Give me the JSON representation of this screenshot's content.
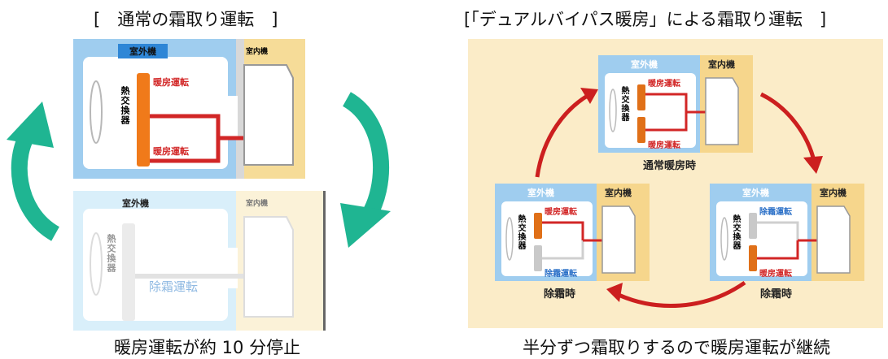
{
  "left": {
    "title": "[　通常の霜取り運転　]",
    "top_unit": {
      "outdoor_label": "室外機",
      "indoor_label": "室内機",
      "exchanger": "熱交換器",
      "heat_top": "暖房運転",
      "heat_bottom": "暖房運転"
    },
    "bottom_unit": {
      "outdoor_label": "室外機",
      "indoor_label": "室内機",
      "exchanger": "熱交換器",
      "defrost": "除霜運転"
    },
    "caption": "暖房運転が約 10 分停止"
  },
  "right": {
    "title": "[「デュアルバイパス暖房」による霜取り運転　]",
    "normal": {
      "outdoor_label": "室外機",
      "indoor_label": "室内機",
      "exchanger": "熱交換器",
      "top": "暖房運転",
      "bottom": "暖房運転",
      "caption": "通常暖房時"
    },
    "defrost_left": {
      "outdoor_label": "室外機",
      "indoor_label": "室内機",
      "exchanger": "熱交換器",
      "top": "暖房運転",
      "bottom": "除霜運転",
      "caption": "除霜時"
    },
    "defrost_right": {
      "outdoor_label": "室外機",
      "indoor_label": "室内機",
      "exchanger": "熱交換器",
      "top": "除霜運転",
      "bottom": "暖房運転",
      "caption": "除霜時"
    },
    "caption": "半分ずつ霜取りするので暖房運転が継続"
  },
  "colors": {
    "outdoor_blue": "#9fcdef",
    "indoor_yellow": "#f6dc98",
    "heat_red": "#d22626",
    "defrost_blue": "#2a6fc7",
    "arrow_green": "#1fb592",
    "arrow_red": "#cc1f1f",
    "panel_bg": "#fbecc8"
  }
}
